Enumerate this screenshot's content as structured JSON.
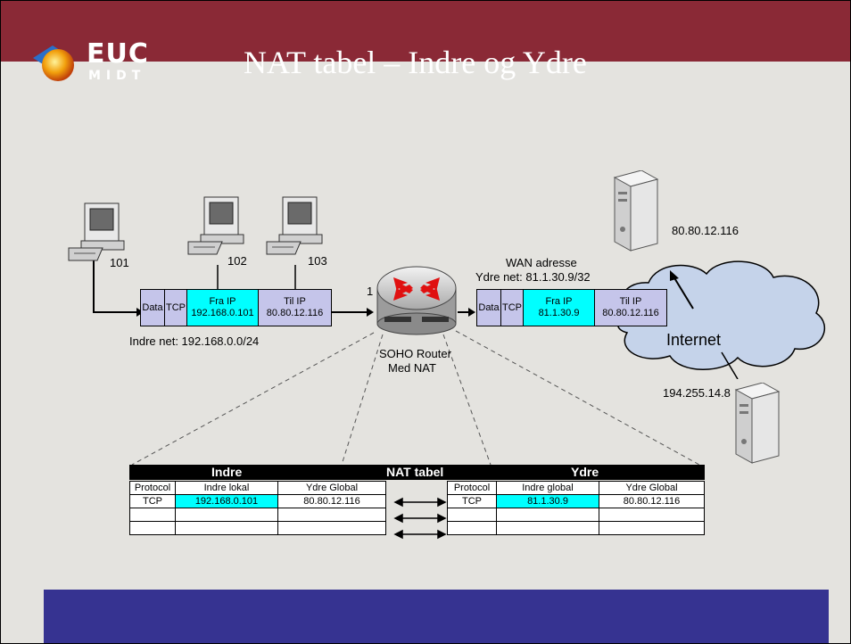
{
  "slide": {
    "title": "NAT tabel – Indre og Ydre",
    "logo_main": "EUC",
    "logo_sub": "MIDT"
  },
  "colors": {
    "title_bar": "#8a2936",
    "background": "#e4e3df",
    "packet_header": "#c5c5ea",
    "highlight": "#00ffff",
    "cloud": "#c5d3ea",
    "footer": "#363391"
  },
  "hosts": [
    {
      "label": "101"
    },
    {
      "label": "102"
    },
    {
      "label": "103"
    }
  ],
  "inner_packet": {
    "data": "Data",
    "tcp": "TCP",
    "src_title": "Fra IP",
    "src_ip": "192.168.0.101",
    "dst_title": "Til IP",
    "dst_ip": "80.80.12.116"
  },
  "outer_packet": {
    "data": "Data",
    "tcp": "TCP",
    "src_title": "Fra IP",
    "src_ip": "81.1.30.9",
    "dst_title": "Til IP",
    "dst_ip": "80.80.12.116"
  },
  "inner_net": "Indre net: 192.168.0.0/24",
  "router": {
    "port": "1",
    "line1": "SOHO Router",
    "line2": "Med NAT"
  },
  "wan": {
    "line1": "WAN adresse",
    "line2": "Ydre net: 81.1.30.9/32"
  },
  "internet": "Internet",
  "servers": [
    {
      "ip": "80.80.12.116"
    },
    {
      "ip": "194.255.14.8"
    }
  ],
  "nat_table": {
    "title": "NAT tabel",
    "inside_title": "Indre",
    "outside_title": "Ydre",
    "inside_headers": [
      "Protocol",
      "Indre lokal",
      "Ydre Global"
    ],
    "outside_headers": [
      "Protocol",
      "Indre global",
      "Ydre Global"
    ],
    "inside_rows": [
      [
        "TCP",
        "192.168.0.101",
        "80.80.12.116"
      ],
      [
        "",
        "",
        ""
      ],
      [
        "",
        "",
        ""
      ]
    ],
    "outside_rows": [
      [
        "TCP",
        "81.1.30.9",
        "80.80.12.116"
      ],
      [
        "",
        "",
        ""
      ],
      [
        "",
        "",
        ""
      ]
    ]
  }
}
